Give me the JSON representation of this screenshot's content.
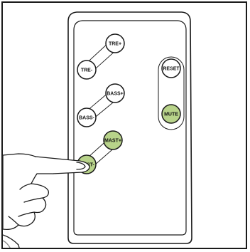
{
  "remote": {
    "buttons": [
      {
        "id": "tre-plus",
        "label": "TRE+",
        "highlighted": false
      },
      {
        "id": "tre-minus",
        "label": "TRE-",
        "highlighted": false
      },
      {
        "id": "bass-plus",
        "label": "BASS+",
        "highlighted": false
      },
      {
        "id": "bass-minus",
        "label": "BASS-",
        "highlighted": false
      },
      {
        "id": "mast-plus",
        "label": "MAST+",
        "highlighted": true
      },
      {
        "id": "mast-minus",
        "label": "MAST-",
        "highlighted": true
      },
      {
        "id": "reset",
        "label": "RESET",
        "highlighted": false
      },
      {
        "id": "mute",
        "label": "MUTE",
        "highlighted": true
      }
    ],
    "colors": {
      "body": "#ffffff",
      "outline": "#1a1a1a",
      "highlight": "#b8d38a",
      "button_fill": "#ffffff"
    }
  },
  "illustration": {
    "hand": "hand pressing MAST- button"
  }
}
